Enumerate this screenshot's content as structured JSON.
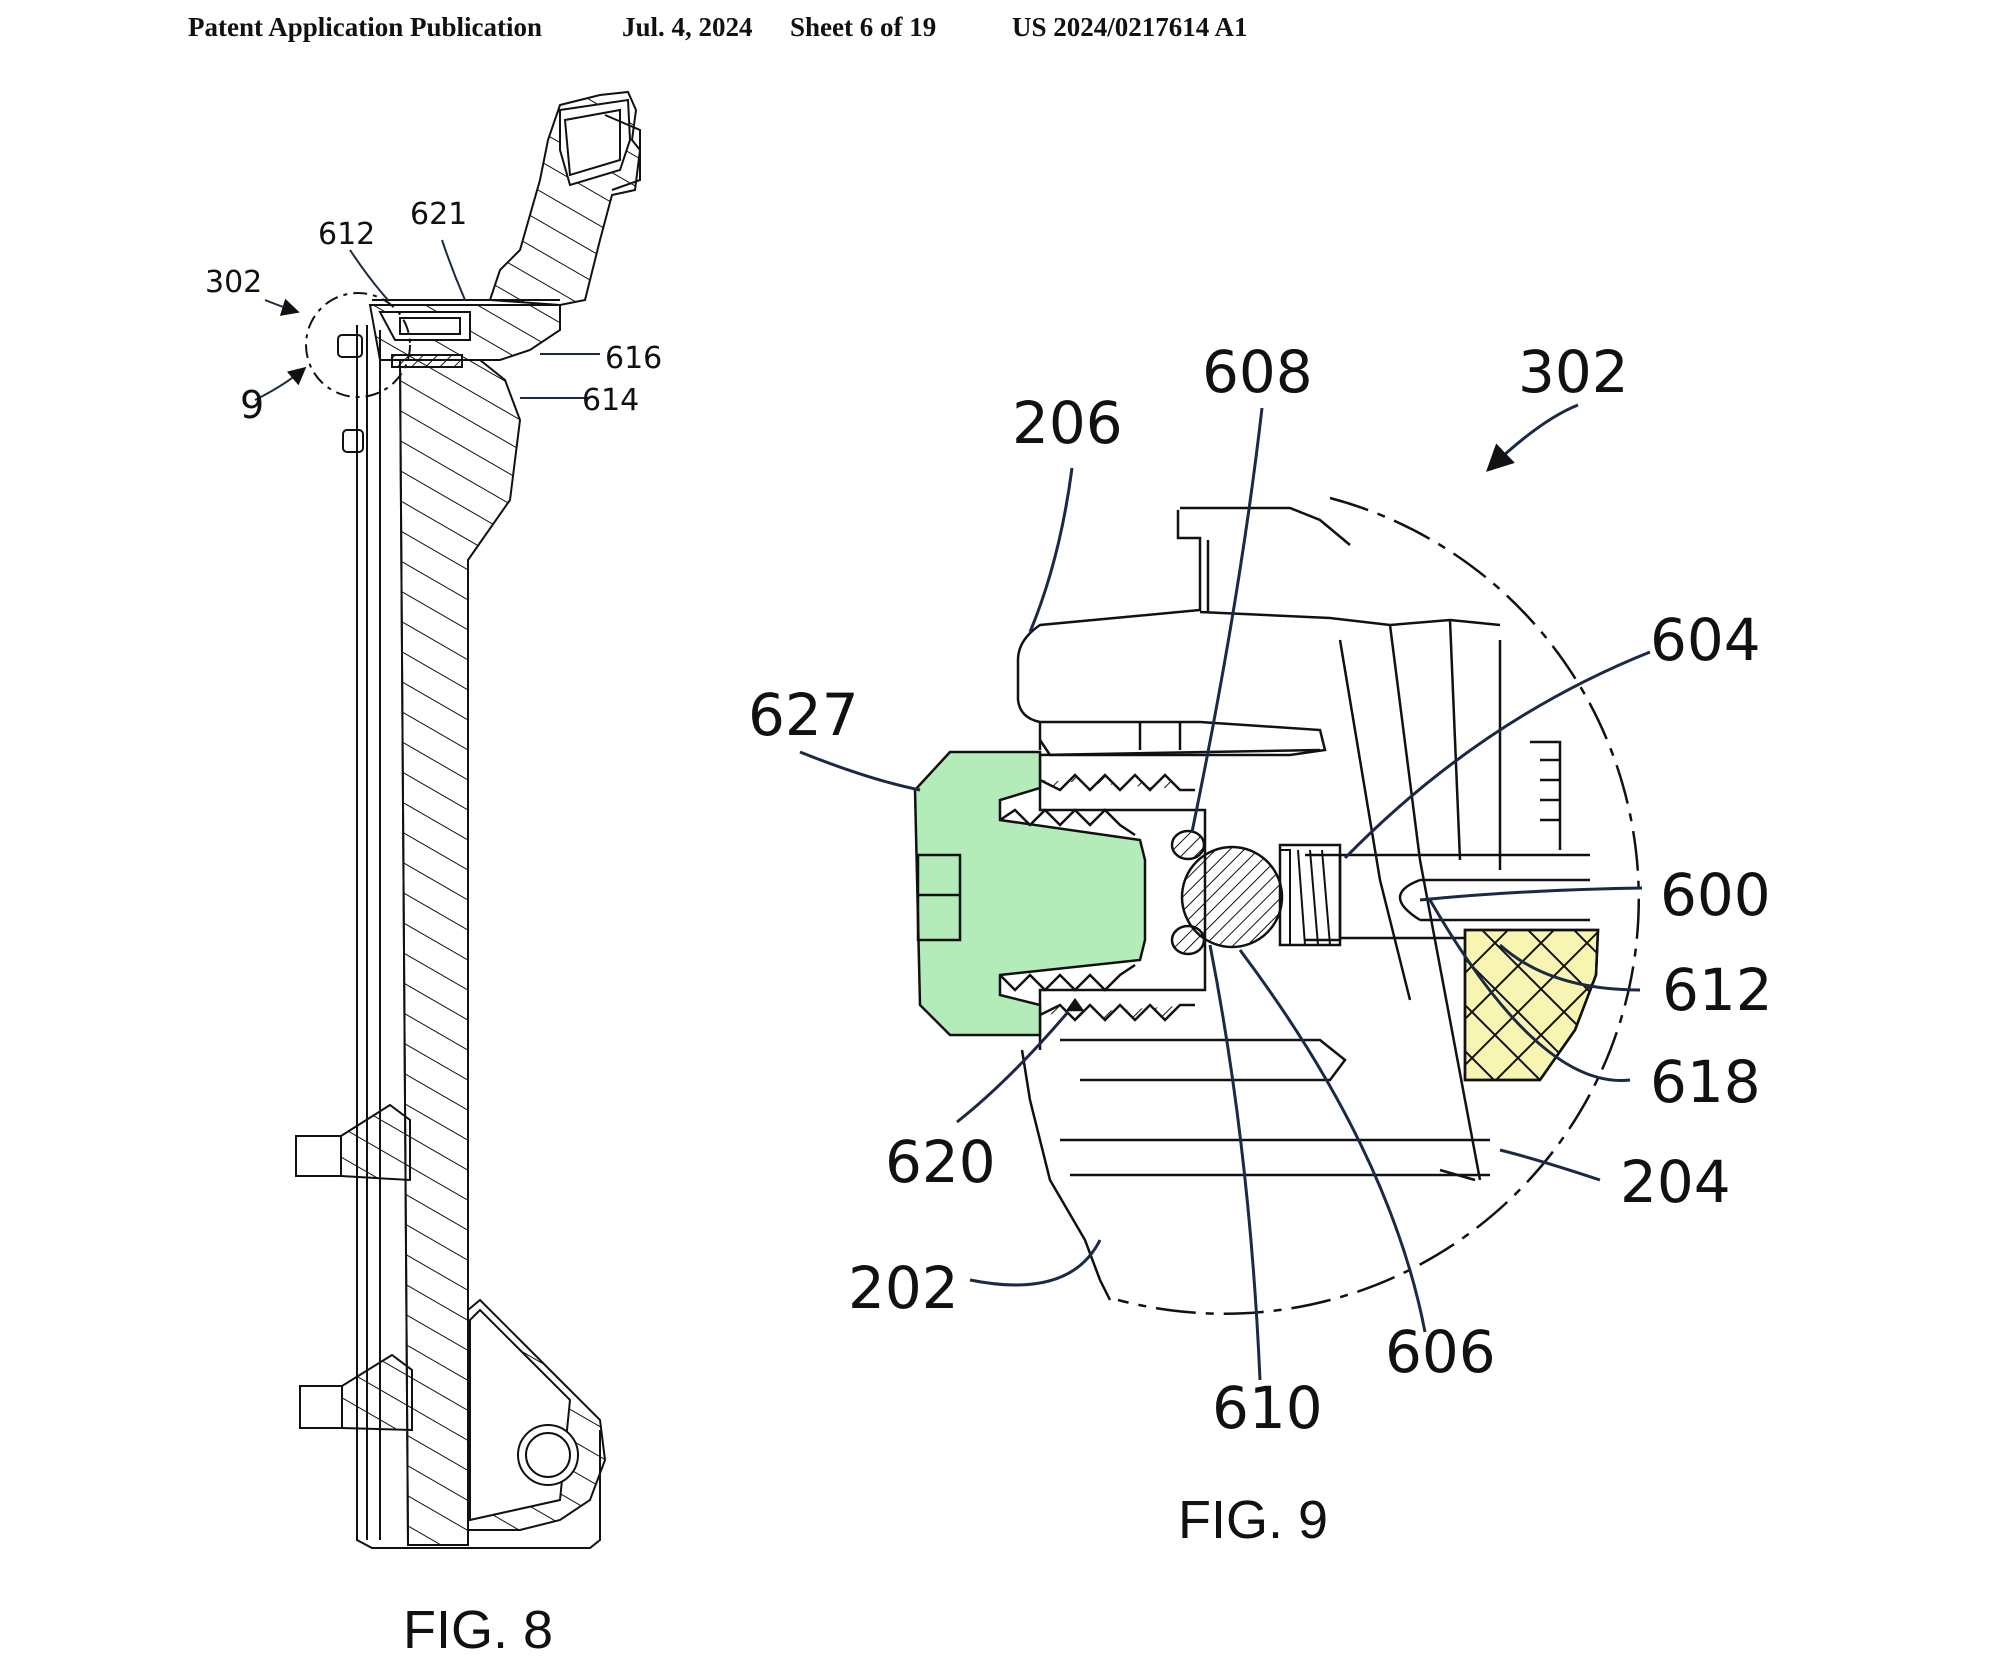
{
  "header": {
    "publication": "Patent Application Publication",
    "date": "Jul. 4, 2024",
    "sheet": "Sheet 6 of 19",
    "number": "US 2024/0217614 A1"
  },
  "fig8": {
    "caption": "FIG. 8",
    "labels": {
      "l302": "302",
      "l612": "612",
      "l621": "621",
      "l616": "616",
      "l614": "614",
      "l9": "9"
    }
  },
  "fig9": {
    "caption": "FIG. 9",
    "labels": {
      "l206": "206",
      "l608": "608",
      "l302": "302",
      "l604": "604",
      "l627": "627",
      "l600": "600",
      "l612": "612",
      "l618": "618",
      "l620": "620",
      "l204": "204",
      "l202": "202",
      "l606": "606",
      "l610": "610"
    }
  },
  "colors": {
    "cap_fill": "#b3ecb8",
    "block_fill": "#f8f5b3",
    "line": "#111111",
    "leader": "#1a2a44"
  }
}
